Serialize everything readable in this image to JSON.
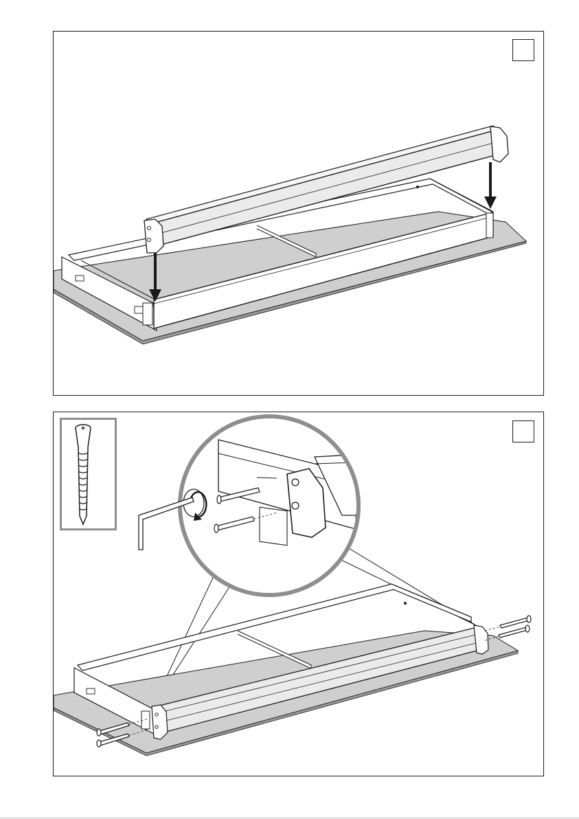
{
  "page": {
    "panels": [
      {
        "step_number": "",
        "content": "rail-mounting"
      },
      {
        "step_number": "",
        "content": "screw-fastening"
      }
    ]
  },
  "colors": {
    "line": "#1a1a1a",
    "surface_shadow": "#cfcfcf",
    "rail_fill": "#ebebeb",
    "inset_border": "#8e8e8e",
    "panel_border": "#1a1a1a"
  },
  "icons": {
    "arrow": "down-arrow-icon",
    "screw": "screw-icon",
    "hex_key": "hex-key-icon",
    "rotation": "rotation-arrow-icon",
    "magnifier": "detail-magnifier-circle"
  }
}
